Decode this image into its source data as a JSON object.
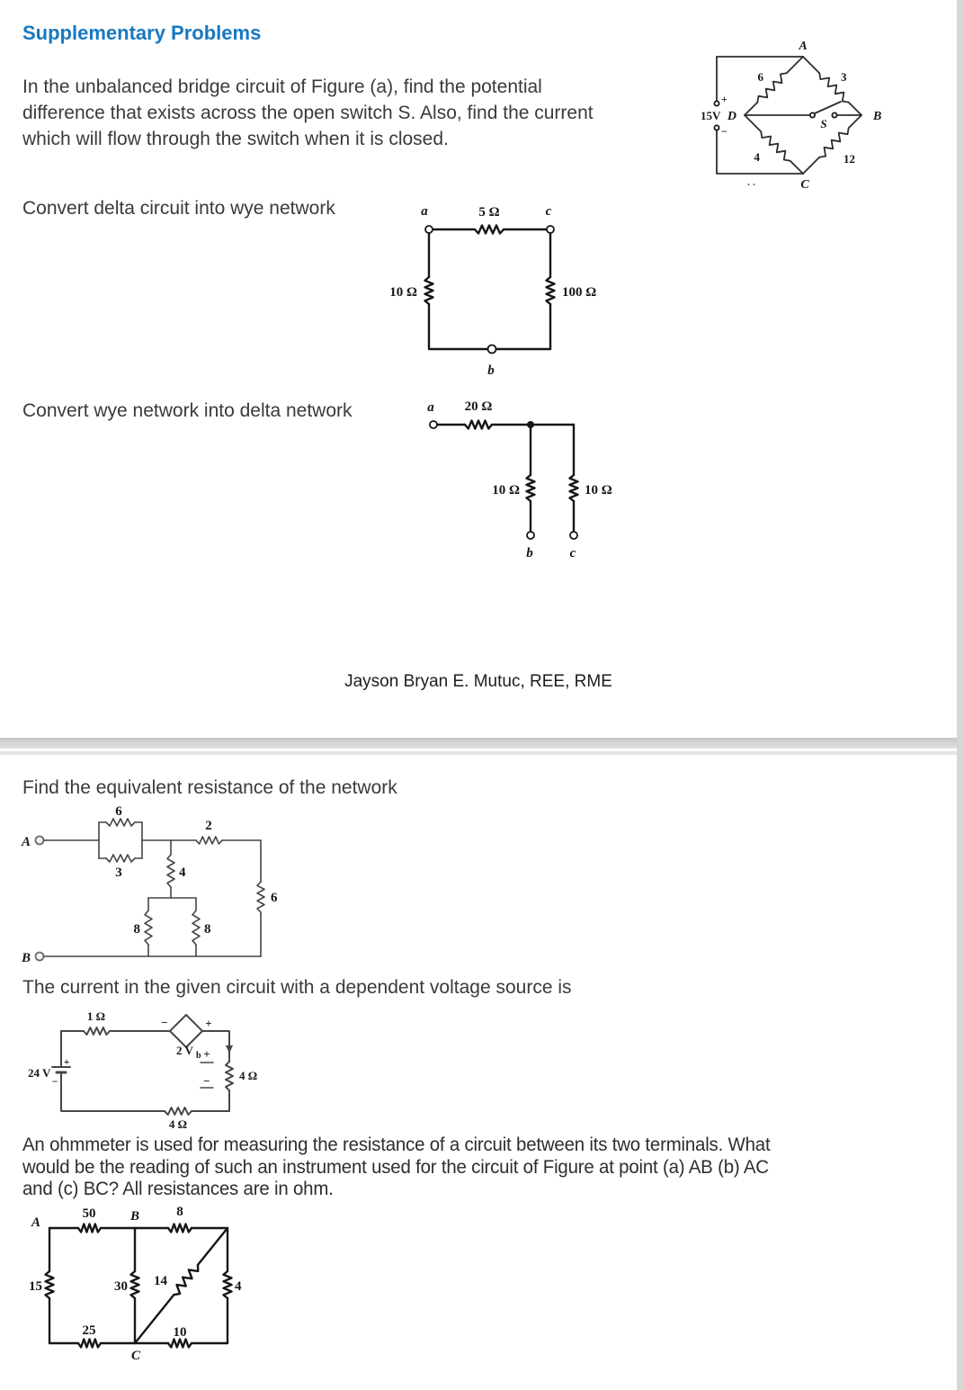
{
  "p1": {
    "title": "Supplementary Problems",
    "bridge_problem": {
      "lines": [
        "In the unbalanced bridge circuit of Figure (a), find the potential",
        "difference that exists across the open switch S. Also, find the current",
        "which will flow through the switch when it is closed."
      ],
      "figure": {
        "source_label": "15V",
        "plus": "+",
        "minus": "−",
        "node_a": "A",
        "node_b": "B",
        "node_c": "C",
        "node_d": "D",
        "r_da": "6",
        "r_ab": "3",
        "r_dc": "4",
        "r_cb": "12",
        "switch_label": "S",
        "caption_dots": ". ."
      }
    },
    "delta_problem": {
      "heading": "Convert delta circuit into wye network",
      "figure": {
        "node_a": "a",
        "node_b": "b",
        "node_c": "c",
        "r_top": "5 Ω",
        "r_left": "10 Ω",
        "r_right": "100 Ω"
      }
    },
    "wye_problem": {
      "heading": "Convert wye network into delta network",
      "figure": {
        "node_a": "a",
        "node_b": "b",
        "node_c": "c",
        "r_top": "20 Ω",
        "r_left": "10 Ω",
        "r_right": "10 Ω"
      }
    },
    "author": "Jayson Bryan E. Mutuc, REE, RME"
  },
  "p2": {
    "equiv_problem": {
      "heading": "Find the equivalent resistance of the network",
      "figure": {
        "node_a": "A",
        "node_b": "B",
        "r_par_top": "6",
        "r_par_bottom": "3",
        "r_series": "2",
        "r_mid": "4",
        "r_right": "6",
        "r8_left": "8",
        "r8_right": "8"
      }
    },
    "dep_problem": {
      "heading": "The current in the given circuit with a dependent voltage source is",
      "figure": {
        "source_label": "24 V",
        "src_plus": "+",
        "src_minus": "−",
        "r_top": "1 Ω",
        "dep_minus": "−",
        "dep_plus": "+",
        "gain": "2 V",
        "gain_sub": "b",
        "vb_plus": "+",
        "vb_minus": "−",
        "r_right": "4 Ω",
        "r_bottom": "4 Ω"
      }
    },
    "ohm_problem": {
      "lines": [
        "An ohmmeter is used for measuring the resistance of a circuit between its two terminals. What",
        "would be the reading of such an instrument used for the circuit of Figure at point (a) AB (b) AC",
        "and (c) BC? All resistances are in ohm."
      ],
      "figure": {
        "node_a": "A",
        "node_b": "B",
        "node_c": "C",
        "r_ab": "50",
        "r_b_tr": "8",
        "r_left": "15",
        "r_bc": "30",
        "r_diag": "14",
        "r_right": "4",
        "r_bl": "25",
        "r_br": "10"
      }
    }
  }
}
